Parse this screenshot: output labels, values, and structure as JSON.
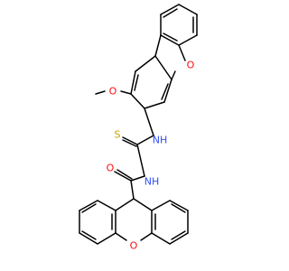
{
  "colors": {
    "bond": "#000000",
    "carbon": "#000000",
    "oxygen": "#ff0d0d",
    "nitrogen": "#3050f8",
    "sulfur": "#c8a000",
    "background": "#ffffff"
  },
  "atom_labels": {
    "o_furan": "O",
    "o_methoxy": "O",
    "n_thio": "NH",
    "s_thio": "S",
    "n_amide": "NH",
    "o_carbonyl": "O",
    "o_xanthene": "O"
  }
}
